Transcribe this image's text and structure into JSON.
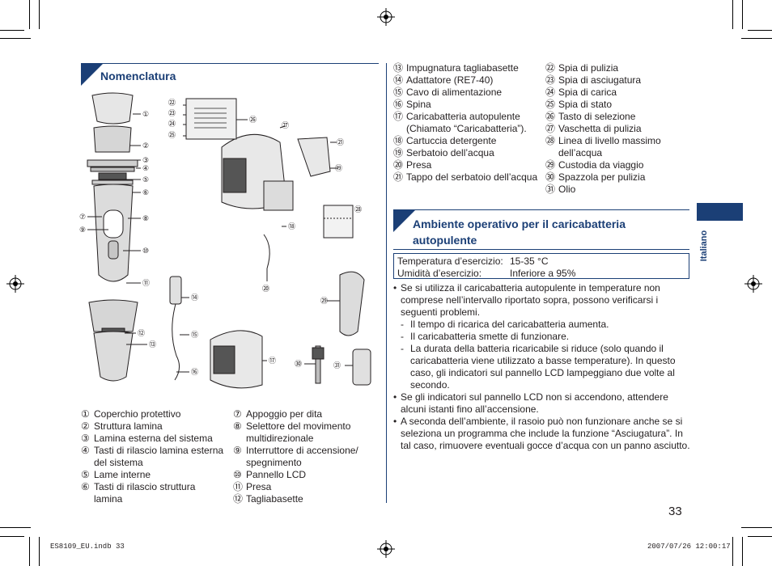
{
  "nomenclatura": {
    "title": "Nomenclatura",
    "left_col": [
      {
        "n": "①",
        "label": "Coperchio protettivo"
      },
      {
        "n": "②",
        "label": "Struttura lamina"
      },
      {
        "n": "③",
        "label": "Lamina esterna del sistema"
      },
      {
        "n": "④",
        "label": "Tasti di rilascio lamina esterna del sistema"
      },
      {
        "n": "⑤",
        "label": "Lame interne"
      },
      {
        "n": "⑥",
        "label": "Tasti di rilascio struttura lamina"
      }
    ],
    "mid_col": [
      {
        "n": "⑦",
        "label": "Appoggio per dita"
      },
      {
        "n": "⑧",
        "label": "Selettore del movimento multidirezionale"
      },
      {
        "n": "⑨",
        "label": "Interruttore di accensione/ spegnimento"
      },
      {
        "n": "⑩",
        "label": "Pannello LCD"
      },
      {
        "n": "⑪",
        "label": "Presa"
      },
      {
        "n": "⑫",
        "label": "Tagliabasette"
      }
    ],
    "right_col_a": [
      {
        "n": "⑬",
        "label": "Impugnatura tagliabasette"
      },
      {
        "n": "⑭",
        "label": "Adattatore (RE7-40)"
      },
      {
        "n": "⑮",
        "label": "Cavo di alimentazione"
      },
      {
        "n": "⑯",
        "label": "Spina"
      },
      {
        "n": "⑰",
        "label": "Caricabatteria autopulente (Chiamato “Caricabatteria”)."
      },
      {
        "n": "⑱",
        "label": "Cartuccia detergente"
      },
      {
        "n": "⑲",
        "label": "Serbatoio dell’acqua"
      },
      {
        "n": "⑳",
        "label": "Presa"
      },
      {
        "n": "㉑",
        "label": "Tappo del serbatoio dell’acqua"
      }
    ],
    "right_col_b": [
      {
        "n": "㉒",
        "label": "Spia di pulizia"
      },
      {
        "n": "㉓",
        "label": "Spia di asciugatura"
      },
      {
        "n": "㉔",
        "label": "Spia di carica"
      },
      {
        "n": "㉕",
        "label": "Spia di stato"
      },
      {
        "n": "㉖",
        "label": "Tasto di selezione"
      },
      {
        "n": "㉗",
        "label": "Vaschetta di pulizia"
      },
      {
        "n": "㉘",
        "label": "Linea di livello massimo dell’acqua"
      },
      {
        "n": "㉙",
        "label": "Custodia da viaggio"
      },
      {
        "n": "㉚",
        "label": "Spazzola per pulizia"
      },
      {
        "n": "㉛",
        "label": "Olio"
      }
    ]
  },
  "callouts": {
    "c1": "①",
    "c2": "②",
    "c3": "③",
    "c4": "④",
    "c5": "⑤",
    "c6": "⑥",
    "c7": "⑦",
    "c8": "⑧",
    "c9": "⑨",
    "c10": "⑩",
    "c11": "⑪",
    "c12": "⑫",
    "c13": "⑬",
    "c14": "⑭",
    "c15": "⑮",
    "c16": "⑯",
    "c17": "⑰",
    "c18": "⑱",
    "c19": "⑲",
    "c20": "⑳",
    "c21": "㉑",
    "c22": "㉒",
    "c23": "㉓",
    "c24": "㉔",
    "c25": "㉕",
    "c26": "㉖",
    "c27": "㉗",
    "c28": "㉘",
    "c29": "㉙",
    "c30": "㉚",
    "c31": "㉛"
  },
  "ambiente": {
    "title_line1": "Ambiente operativo per il caricabatteria",
    "title_line2": "autopulente",
    "temp_label": "Temperatura d’esercizio:",
    "temp_value": "15-35 °C",
    "hum_label": "Umidità d’esercizio:",
    "hum_value": "Inferiore a 95%",
    "bullet1": "Se si utilizza il caricabatteria autopulente in temperature non comprese nell’intervallo riportato sopra, possono verificarsi i seguenti problemi.",
    "sub1": "Il tempo di ricarica del caricabatteria aumenta.",
    "sub2": "Il caricabatteria smette di funzionare.",
    "sub3": "La durata della batteria ricaricabile si riduce (solo quando il caricabatteria viene utilizzato a basse temperature). In questo caso, gli indicatori sul pannello LCD lampeggiano due volte al secondo.",
    "bullet2": "Se gli indicatori sul pannello LCD non si accendono, attendere alcuni istanti fino all’accensione.",
    "bullet3": "A seconda dell’ambiente, il rasoio può non funzionare anche se si seleziona un programma che include la funzione “Asciugatura”. In tal caso, rimuovere eventuali gocce d’acqua con un panno asciutto.",
    "bullet_mark": "•",
    "dash_mark": "-"
  },
  "side_tab": "Italiano",
  "page_number": "33",
  "footer": {
    "file": "ES8109_EU.indb   33",
    "timestamp": "2007/07/26   12:00:17"
  },
  "colors": {
    "accent": "#1b3f76",
    "text": "#231f20"
  }
}
